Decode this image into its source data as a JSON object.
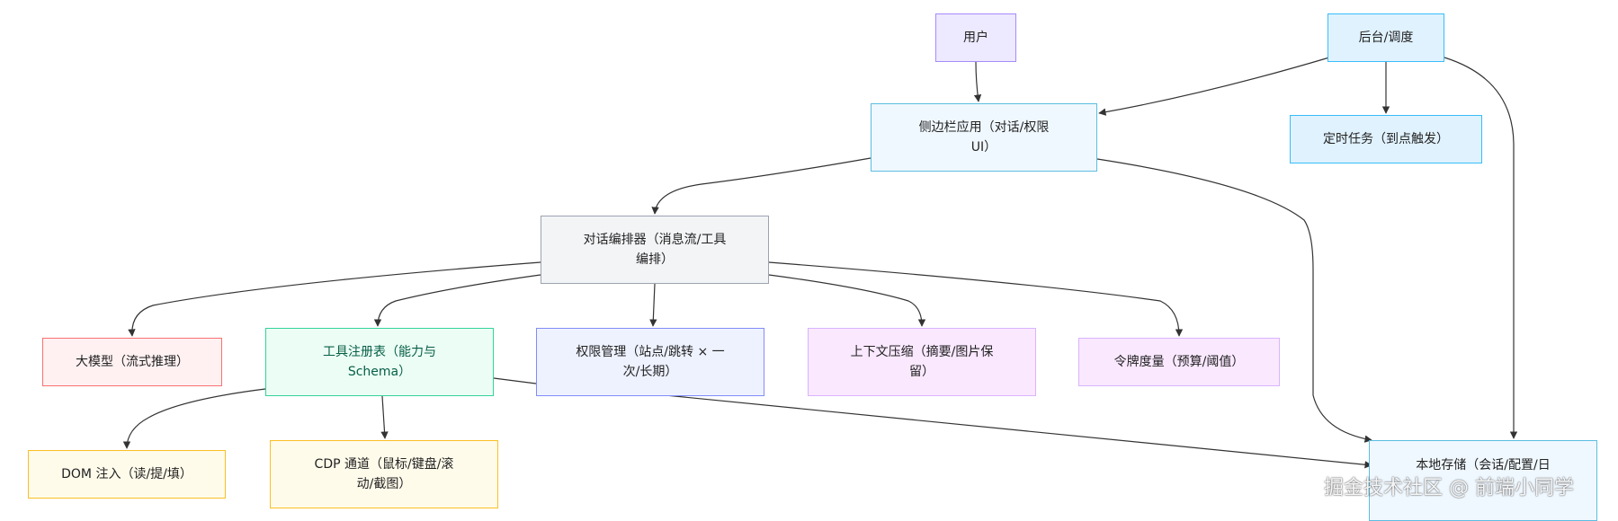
{
  "nodes": {
    "user": "用户",
    "backend": "后台/调度",
    "sidebar": "侧边栏应用（对话/权限\nUI）",
    "timer": "定时任务（到点触发）",
    "orchestrator": "对话编排器（消息流/工具\n编排）",
    "llm": "大模型（流式推理）",
    "tools": "工具注册表（能力与\nSchema）",
    "permissions": "权限管理（站点/跳转 × 一\n次/长期）",
    "context": "上下文压缩（摘要/图片保\n留）",
    "tokens": "令牌度量（预算/阈值）",
    "dom": "DOM 注入（读/提/填）",
    "cdp": "CDP 通道（鼠标/键盘/滚\n动/截图）",
    "storage": "本地存储（会话/配置/日"
  },
  "watermark": "掘金技术社区 @ 前端小同学"
}
